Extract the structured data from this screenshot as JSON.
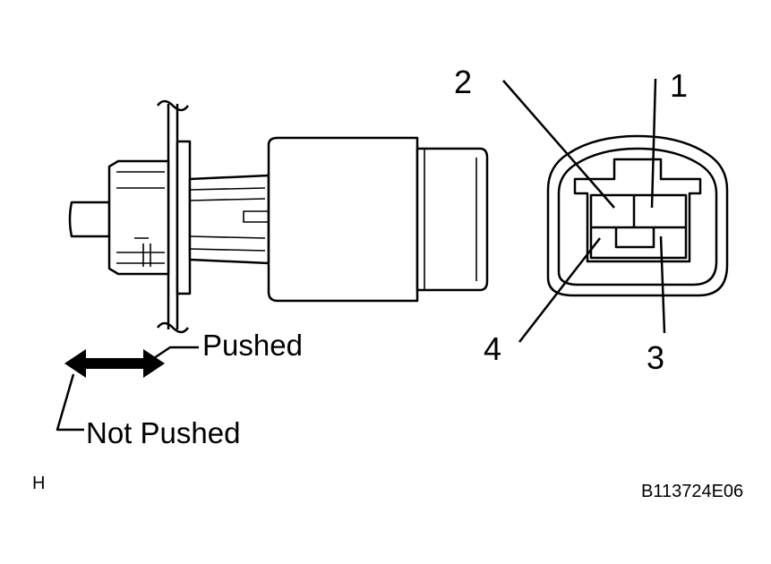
{
  "labels": {
    "pin_1": "1",
    "pin_2": "2",
    "pin_3": "3",
    "pin_4": "4",
    "pushed": "Pushed",
    "not_pushed": "Not Pushed",
    "corner": "H",
    "figure_code": "B113724E06"
  }
}
